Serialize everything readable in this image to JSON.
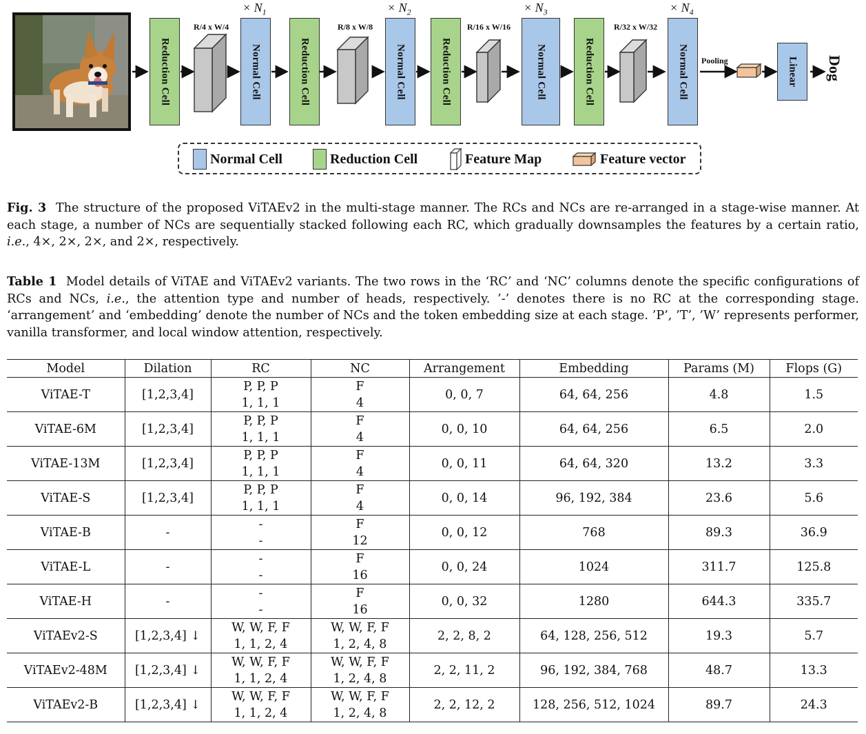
{
  "figure": {
    "cells": [
      {
        "type": "reduction",
        "label": "Reduction Cell"
      },
      {
        "type": "normal",
        "label": "Normal Cell"
      },
      {
        "type": "reduction",
        "label": "Reduction Cell"
      },
      {
        "type": "normal",
        "label": "Normal Cell"
      },
      {
        "type": "reduction",
        "label": "Reduction Cell"
      },
      {
        "type": "normal",
        "label": "Normal Cell"
      },
      {
        "type": "reduction",
        "label": "Reduction Cell"
      },
      {
        "type": "normal",
        "label": "Normal Cell"
      }
    ],
    "feature_map_labels": [
      "R/4 x W/4",
      "R/8 x W/8",
      "R/16 x W/16",
      "R/32 x W/32"
    ],
    "stage_repeats": [
      {
        "prefix": "× N",
        "sub": "1"
      },
      {
        "prefix": "× N",
        "sub": "2"
      },
      {
        "prefix": "× N",
        "sub": "3"
      },
      {
        "prefix": "× N",
        "sub": "4"
      }
    ],
    "pooling_label": "Pooling",
    "linear_label": "Linear",
    "output_label": "Dog",
    "legend": {
      "normal_cell": "Normal Cell",
      "reduction_cell": "Reduction Cell",
      "feature_map": "Feature Map",
      "feature_vector": "Feature vector"
    },
    "colors": {
      "normal": "#a9c7e8",
      "reduction": "#a7d48a",
      "feature_map": "#c8c8c8",
      "feature_vector": "#f2c39c"
    }
  },
  "fig_caption": {
    "label": "Fig. 3",
    "text_part1": "The structure of the proposed ViTAEv2 in the multi-stage manner. The RCs and NCs are re-arranged in a stage-wise manner. At each stage, a number of NCs are sequentially stacked following each RC, which gradually downsamples the features by a certain ratio, ",
    "ie": "i.e.",
    "text_part2": ", 4×, 2×, 2×, and 2×, respectively."
  },
  "table_caption": {
    "label": "Table 1",
    "text_part1": "Model details of ViTAE and ViTAEv2 variants. The two rows in the ‘RC’ and ‘NC’ columns denote the specific configurations of RCs and NCs, ",
    "ie": "i.e.",
    "text_part2": ", the attention type and number of heads, respectively. ’-’ denotes there is no RC at the corresponding stage. ‘arrangement’ and ‘embedding’ denote the number of NCs and the token embedding size at each stage. ’P’, ’T’, ’W’ represents performer, vanilla transformer, and local window attention, respectively."
  },
  "table": {
    "headers": [
      "Model",
      "Dilation",
      "RC",
      "NC",
      "Arrangement",
      "Embedding",
      "Params (M)",
      "Flops (G)"
    ],
    "rows": [
      {
        "model": "ViTAE-T",
        "dilation": "[1,2,3,4]",
        "rc1": "P, P, P",
        "rc2": "1, 1, 1",
        "nc1": "F",
        "nc2": "4",
        "arrangement": "0, 0, 7",
        "embedding": "64, 64, 256",
        "params": "4.8",
        "flops": "1.5"
      },
      {
        "model": "ViTAE-6M",
        "dilation": "[1,2,3,4]",
        "rc1": "P, P, P",
        "rc2": "1, 1, 1",
        "nc1": "F",
        "nc2": "4",
        "arrangement": "0, 0, 10",
        "embedding": "64, 64, 256",
        "params": "6.5",
        "flops": "2.0"
      },
      {
        "model": "ViTAE-13M",
        "dilation": "[1,2,3,4]",
        "rc1": "P, P, P",
        "rc2": "1, 1, 1",
        "nc1": "F",
        "nc2": "4",
        "arrangement": "0, 0, 11",
        "embedding": "64, 64, 320",
        "params": "13.2",
        "flops": "3.3"
      },
      {
        "model": "ViTAE-S",
        "dilation": "[1,2,3,4]",
        "rc1": "P, P, P",
        "rc2": "1, 1, 1",
        "nc1": "F",
        "nc2": "4",
        "arrangement": "0, 0, 14",
        "embedding": "96, 192, 384",
        "params": "23.6",
        "flops": "5.6"
      },
      {
        "model": "ViTAE-B",
        "dilation": "-",
        "rc1": "-",
        "rc2": "-",
        "nc1": "F",
        "nc2": "12",
        "arrangement": "0, 0, 12",
        "embedding": "768",
        "params": "89.3",
        "flops": "36.9"
      },
      {
        "model": "ViTAE-L",
        "dilation": "-",
        "rc1": "-",
        "rc2": "-",
        "nc1": "F",
        "nc2": "16",
        "arrangement": "0, 0, 24",
        "embedding": "1024",
        "params": "311.7",
        "flops": "125.8"
      },
      {
        "model": "ViTAE-H",
        "dilation": "-",
        "rc1": "-",
        "rc2": "-",
        "nc1": "F",
        "nc2": "16",
        "arrangement": "0, 0, 32",
        "embedding": "1280",
        "params": "644.3",
        "flops": "335.7"
      },
      {
        "model": "ViTAEv2-S",
        "dilation": "[1,2,3,4] ↓",
        "rc1": "W, W, F, F",
        "rc2": "1, 1, 2, 4",
        "nc1": "W, W, F, F",
        "nc2": "1, 2, 4, 8",
        "arrangement": "2, 2, 8, 2",
        "embedding": "64, 128, 256, 512",
        "params": "19.3",
        "flops": "5.7"
      },
      {
        "model": "ViTAEv2-48M",
        "dilation": "[1,2,3,4] ↓",
        "rc1": "W, W, F, F",
        "rc2": "1, 1, 2, 4",
        "nc1": "W, W, F, F",
        "nc2": "1, 2, 4, 8",
        "arrangement": "2, 2, 11, 2",
        "embedding": "96, 192, 384, 768",
        "params": "48.7",
        "flops": "13.3"
      },
      {
        "model": "ViTAEv2-B",
        "dilation": "[1,2,3,4] ↓",
        "rc1": "W, W, F, F",
        "rc2": "1, 1, 2, 4",
        "nc1": "W, W, F, F",
        "nc2": "1, 2, 4, 8",
        "arrangement": "2, 2, 12, 2",
        "embedding": "128, 256, 512, 1024",
        "params": "89.7",
        "flops": "24.3"
      }
    ]
  }
}
